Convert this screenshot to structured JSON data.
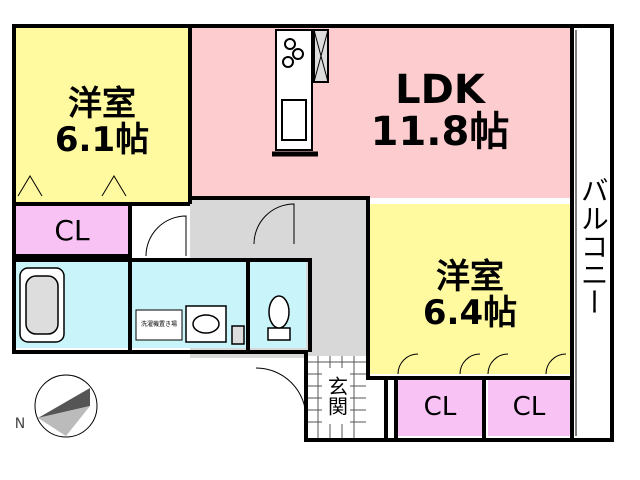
{
  "rooms": {
    "western_room_1": {
      "name": "洋室",
      "size": "6.1帖"
    },
    "ldk": {
      "name": "LDK",
      "size": "11.8帖"
    },
    "western_room_2": {
      "name": "洋室",
      "size": "6.4帖"
    }
  },
  "closets": {
    "cl1": "CL",
    "cl2": "CL",
    "cl3": "CL"
  },
  "balcony": "バルコニー",
  "entrance": "玄関",
  "washer_space": "洗濯機置き場",
  "compass": {
    "north": "N"
  },
  "colors": {
    "western_room": "#fffaa0",
    "ldk": "#fccccf",
    "closet": "#f9c2f5",
    "wet_area": "#c8f4fa",
    "hall": "#d8d8d8",
    "wall": "#000000"
  }
}
